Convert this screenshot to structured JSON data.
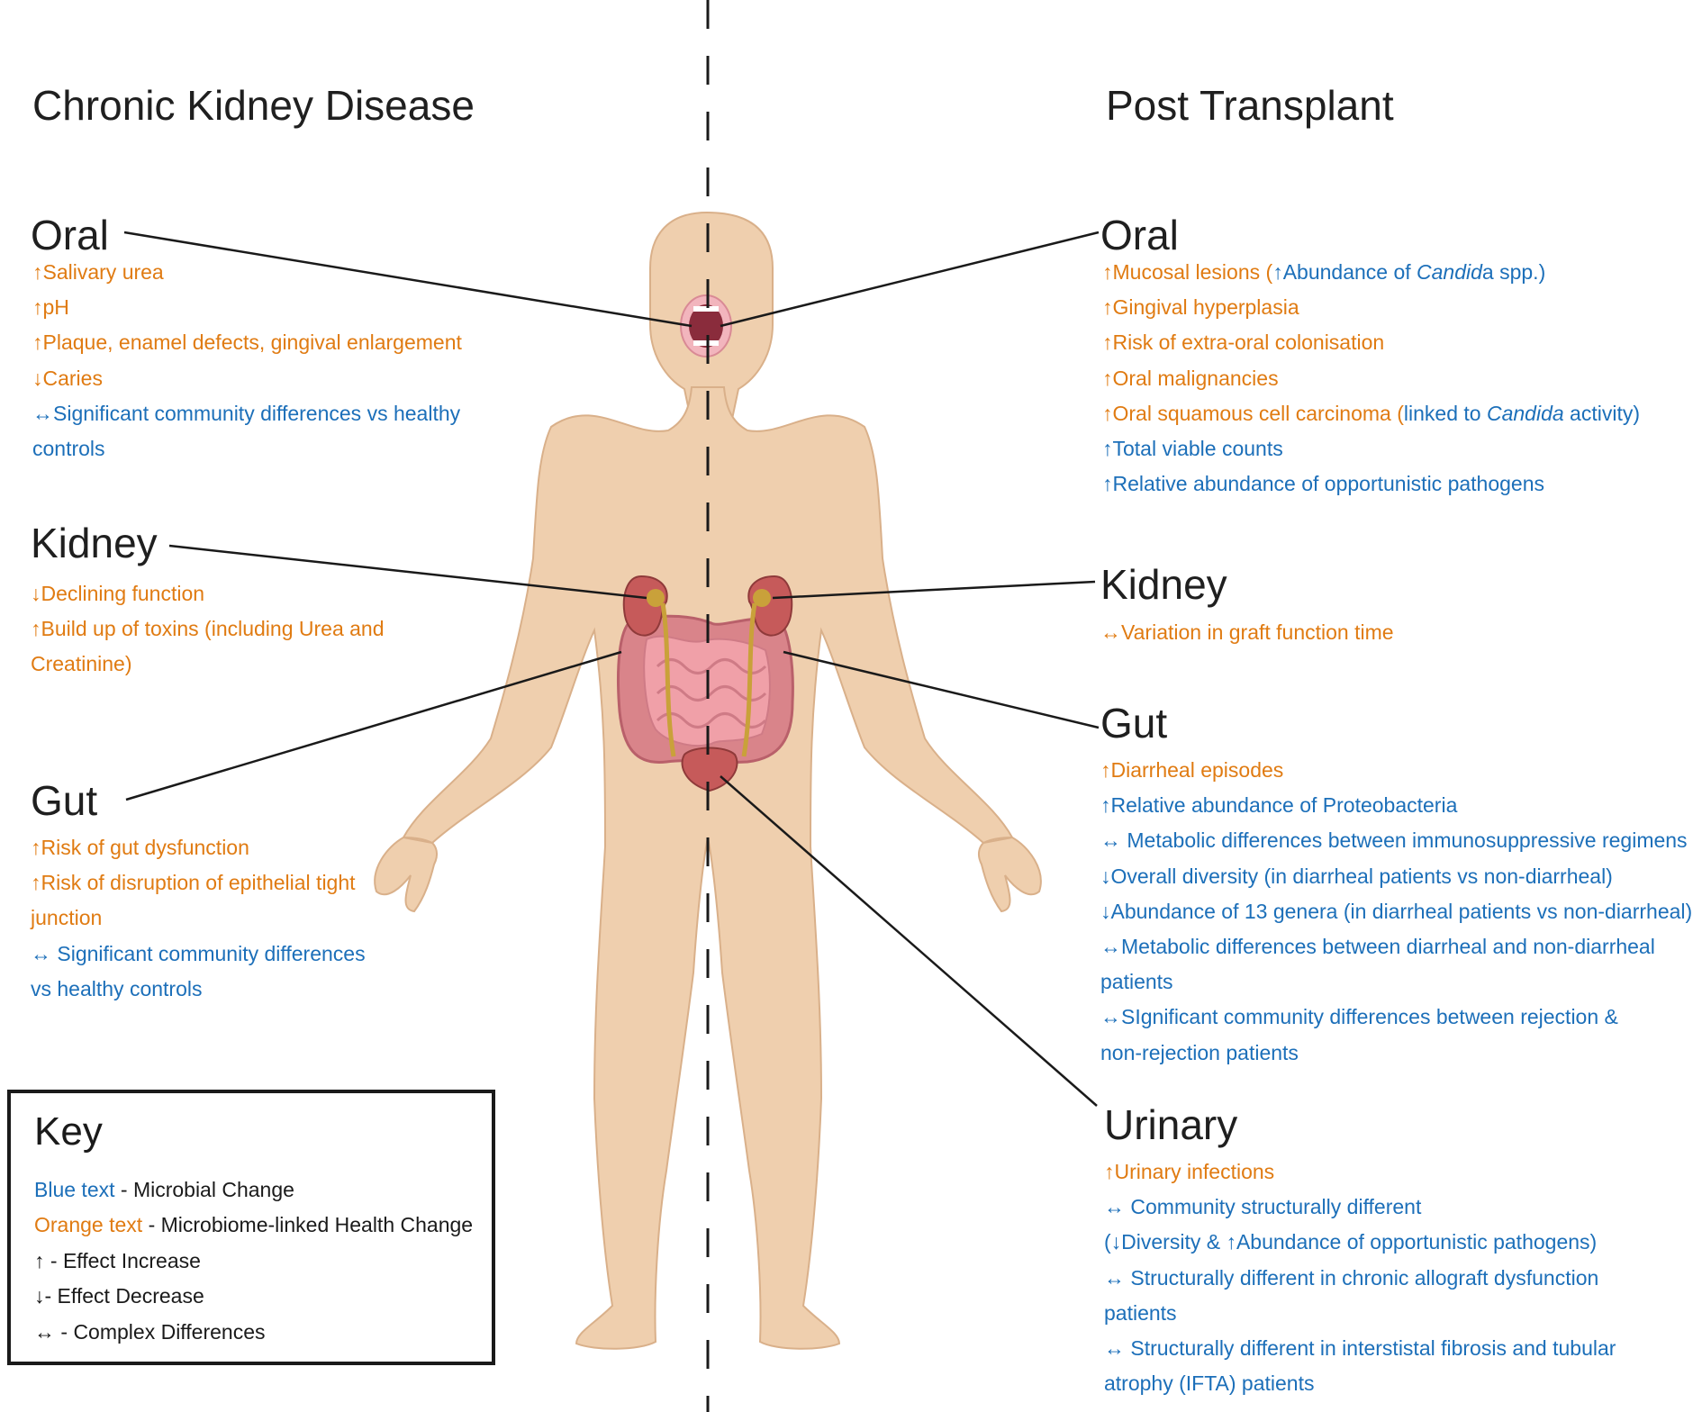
{
  "titles": {
    "left": "Chronic Kidney Disease",
    "right": "Post Transplant"
  },
  "colors": {
    "microbial_change": "#1c6fb9",
    "health_change": "#e07b12",
    "skin": "#efcfae",
    "gut": "#d9848a"
  },
  "ckd": {
    "oral": {
      "title": "Oral",
      "items": [
        {
          "type": "health",
          "text": "↑Salivary urea"
        },
        {
          "type": "health",
          "text": "↑pH"
        },
        {
          "type": "health",
          "text": "↑Plaque, enamel defects, gingival enlargement"
        },
        {
          "type": "health",
          "text": "↓Caries"
        },
        {
          "type": "microbial",
          "text": "↔Significant community differences vs healthy"
        },
        {
          "type": "microbial",
          "text": "controls"
        }
      ]
    },
    "kidney": {
      "title": "Kidney",
      "items": [
        {
          "type": "health",
          "text": "↓Declining function"
        },
        {
          "type": "health",
          "text": "↑Build up of toxins (including Urea and"
        },
        {
          "type": "health",
          "text": "Creatinine)"
        }
      ]
    },
    "gut": {
      "title": "Gut",
      "items": [
        {
          "type": "health",
          "text": "↑Risk of gut dysfunction"
        },
        {
          "type": "health",
          "text": "↑Risk of disruption of epithelial tight"
        },
        {
          "type": "health",
          "text": "junction"
        },
        {
          "type": "microbial",
          "text": "↔ Significant community differences"
        },
        {
          "type": "microbial",
          "text": "vs healthy controls"
        }
      ]
    }
  },
  "transplant": {
    "oral": {
      "title": "Oral",
      "mucosal": {
        "a": "↑Mucosal lesions (",
        "b": "↑Abundance of ",
        "c": "Candid",
        "d": "a spp.)"
      },
      "scc": {
        "a": "↑Oral squamous cell carcinoma (",
        "b": "linked to ",
        "c": "Candida",
        "d": " activity)"
      },
      "items_mid": [
        {
          "type": "health",
          "text": "↑Gingival hyperplasia"
        },
        {
          "type": "health",
          "text": "↑Risk of extra-oral colonisation"
        },
        {
          "type": "health",
          "text": "↑Oral malignancies"
        }
      ],
      "items_end": [
        {
          "type": "microbial",
          "text": "↑Total viable counts"
        },
        {
          "type": "microbial",
          "text": "↑Relative abundance of opportunistic pathogens"
        }
      ]
    },
    "kidney": {
      "title": "Kidney",
      "items": [
        {
          "type": "health",
          "text": "↔Variation in graft function time"
        }
      ]
    },
    "gut": {
      "title": "Gut",
      "items": [
        {
          "type": "health",
          "text": "↑Diarrheal episodes"
        },
        {
          "type": "microbial",
          "text": "↑Relative abundance of Proteobacteria"
        },
        {
          "type": "microbial",
          "text": "↔ Metabolic differences between immunosuppressive regimens"
        },
        {
          "type": "microbial",
          "text": "↓Overall diversity (in diarrheal patients vs non-diarrheal)"
        },
        {
          "type": "microbial",
          "text": "↓Abundance of 13 genera (in diarrheal patients vs non-diarrheal)"
        },
        {
          "type": "microbial",
          "text": "↔Metabolic differences between diarrheal and non-diarrheal"
        },
        {
          "type": "microbial",
          "text": "patients"
        },
        {
          "type": "microbial",
          "text": "↔SIgnificant community differences between rejection &"
        },
        {
          "type": "microbial",
          "text": "non-rejection patients"
        }
      ]
    },
    "urinary": {
      "title": "Urinary",
      "items": [
        {
          "type": "health",
          "text": "↑Urinary infections"
        },
        {
          "type": "microbial",
          "text": "↔ Community structurally different"
        },
        {
          "type": "microbial",
          "text": "(↓Diversity & ↑Abundance of opportunistic pathogens)"
        },
        {
          "type": "microbial",
          "text": "↔ Structurally different in chronic allograft dysfunction"
        },
        {
          "type": "microbial",
          "text": "patients"
        },
        {
          "type": "microbial",
          "text": "↔ Structurally different in interstistal fibrosis and tubular"
        },
        {
          "type": "microbial",
          "text": "atrophy (IFTA) patients"
        }
      ]
    }
  },
  "key": {
    "title": "Key",
    "blue_label": "Blue text",
    "blue_desc": " - Microbial Change",
    "orange_label": "Orange text",
    "orange_desc": " - Microbiome-linked Health Change",
    "increase": "↑ - Effect Increase",
    "decrease": "↓-  Effect Decrease",
    "complex": "↔ - Complex Differences"
  }
}
